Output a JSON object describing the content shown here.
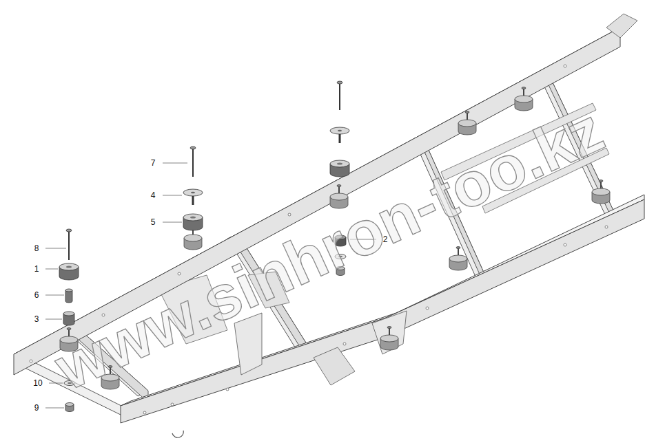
{
  "diagram": {
    "labels": [
      "7",
      "4",
      "5",
      "8",
      "1",
      "6",
      "3",
      "10",
      "9",
      "2",
      "www.sinhron-too.kz"
    ]
  }
}
